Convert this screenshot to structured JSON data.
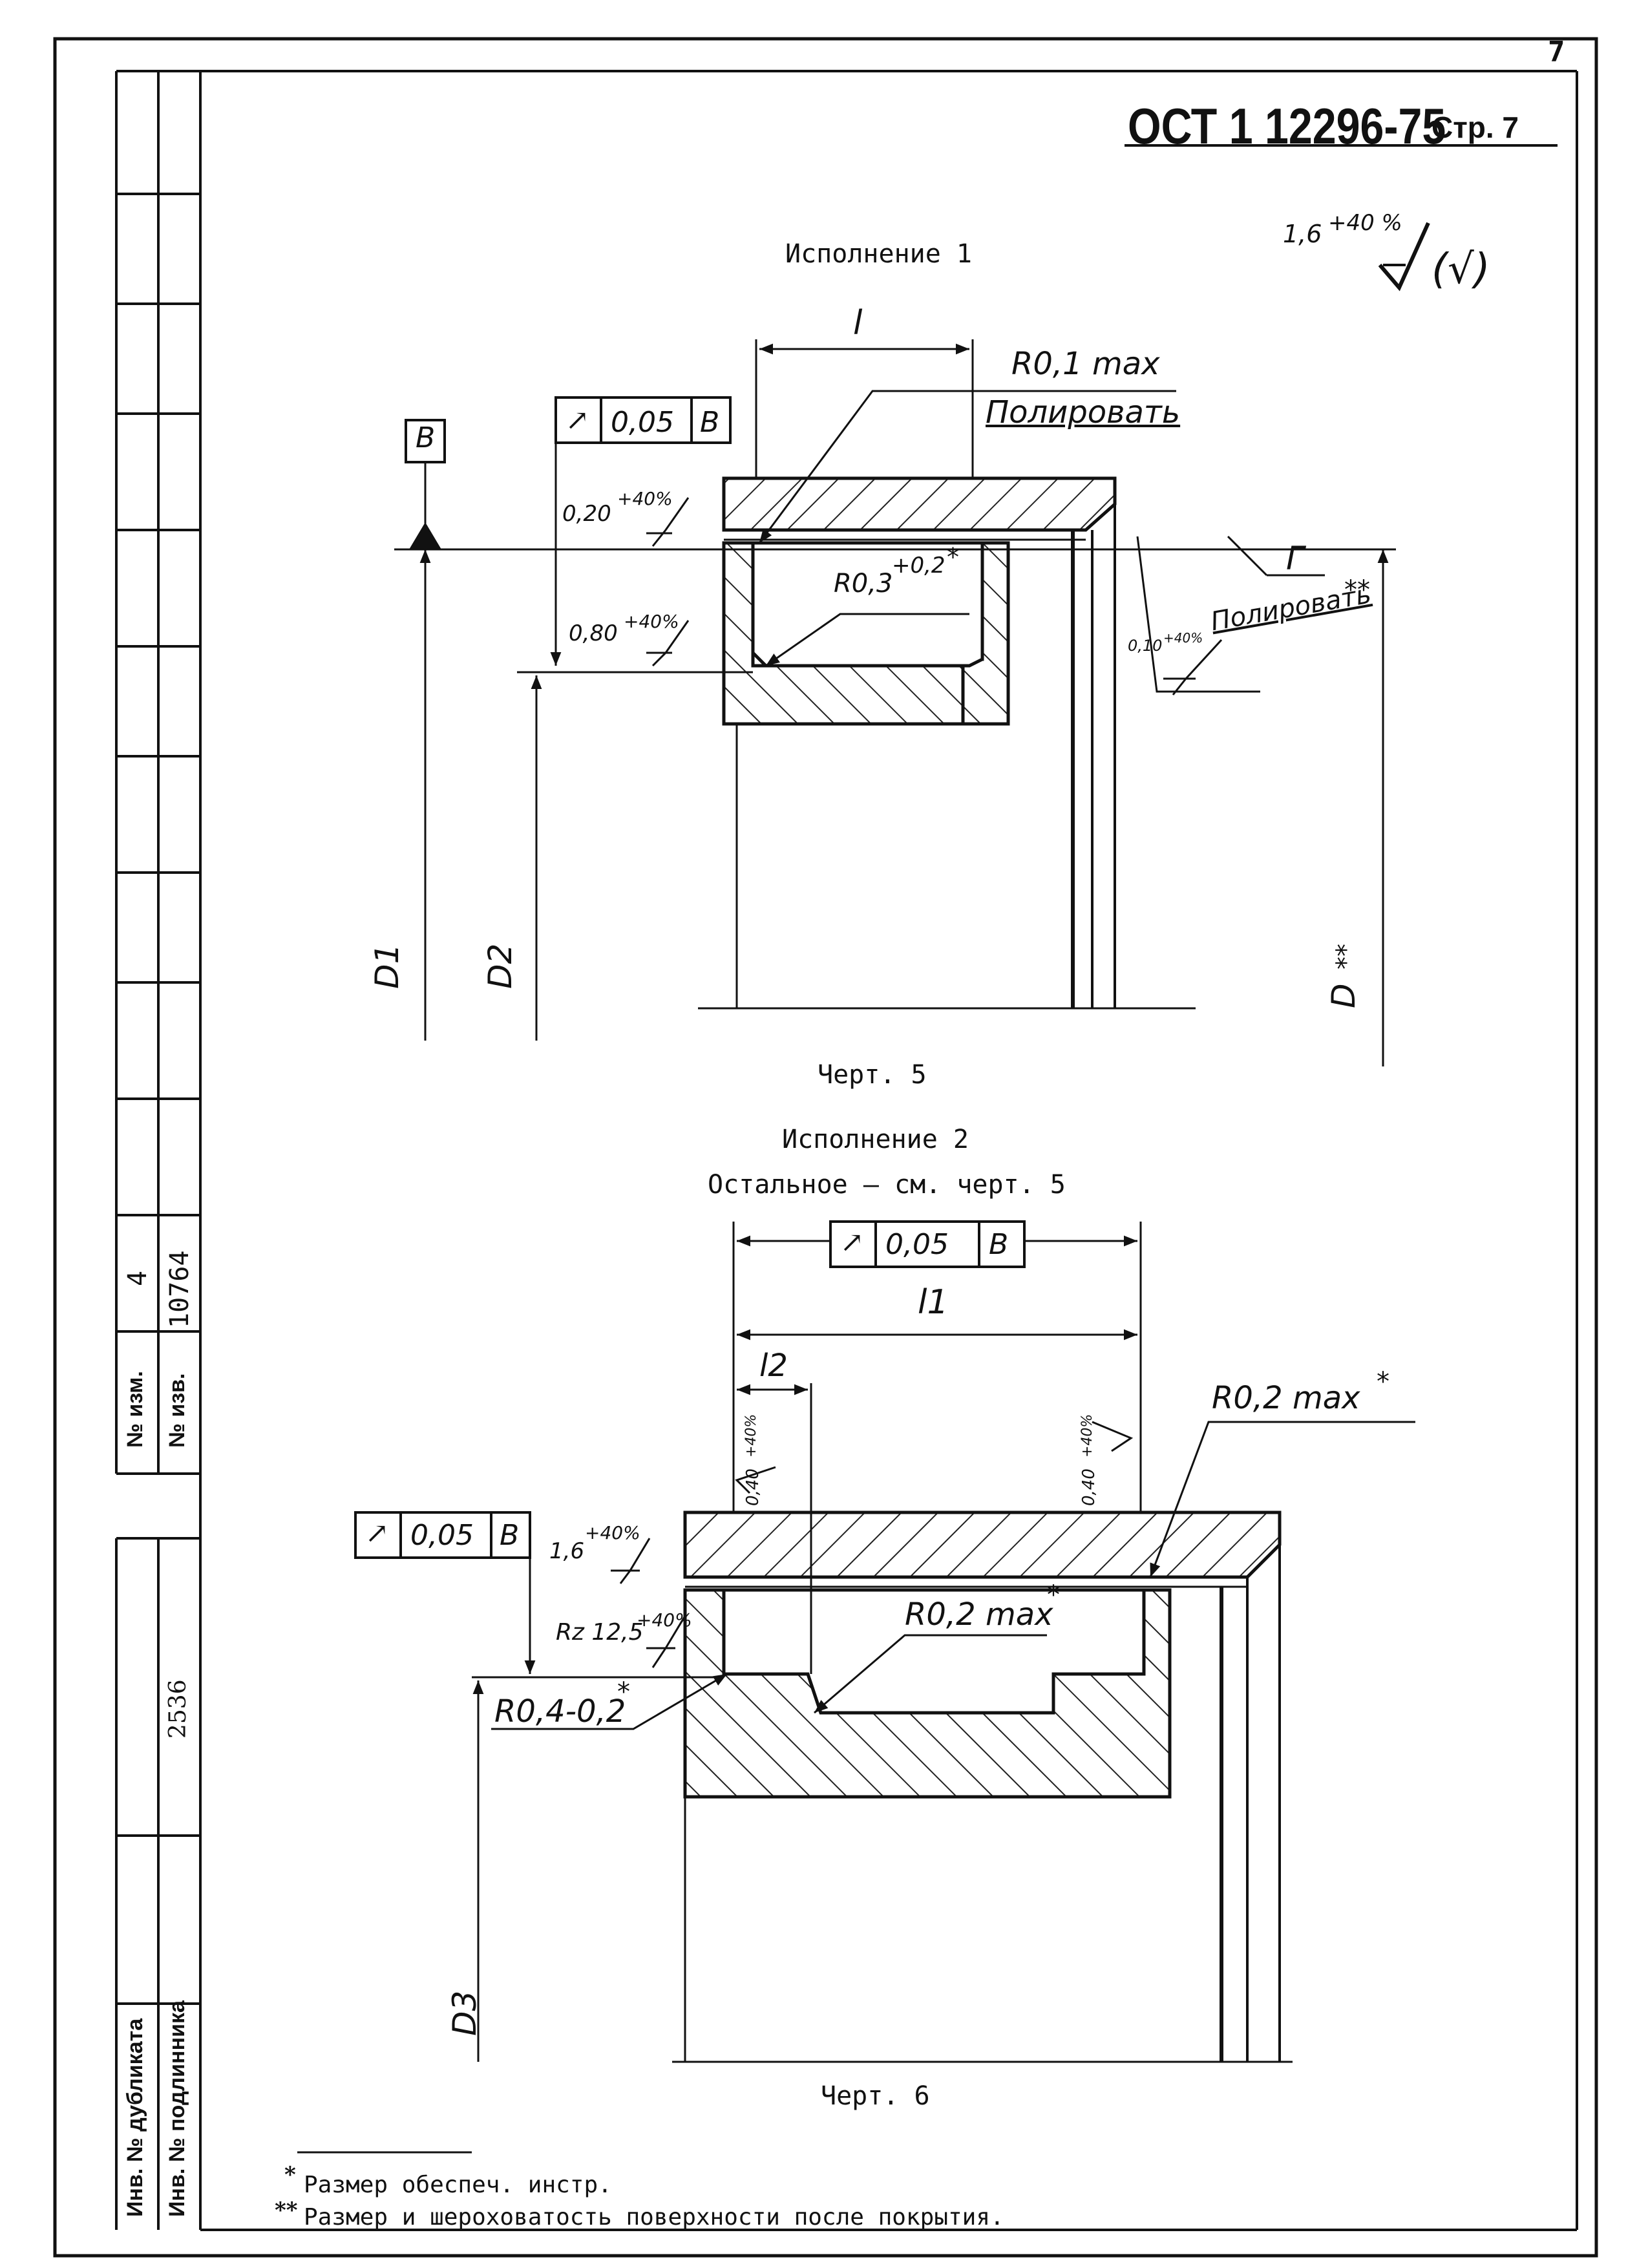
{
  "page_number": "7",
  "header": {
    "standard": "ОСТ 1 12296-75",
    "page_label": "Стр. 7"
  },
  "roughness_general": {
    "value": "1,6",
    "tolerance": "+40 %",
    "bracket": "(√)"
  },
  "drawing5": {
    "title": "Исполнение 1",
    "caption": "Черт. 5",
    "dim_l": "l",
    "radius_note": "R0,1 max",
    "polish_note": "Полировать",
    "polish_note2": "Полировать",
    "polish_note2_mark": "**",
    "radius_note2": "R0,3",
    "radius_note2_tol": "+0,2",
    "radius_note2_mark": "*",
    "datum": "В",
    "tolerance_frame": {
      "symbol": "↗",
      "value": "0,05",
      "datum": "В"
    },
    "rough_top": {
      "value": "0,20",
      "tol": "+40%"
    },
    "rough_bottom": {
      "value": "0,80",
      "tol": "+40%"
    },
    "rough_right": {
      "value": "0,10",
      "tol": "+40%"
    },
    "surface_label": "Г",
    "D1": "D1",
    "D2": "D2",
    "D": "D",
    "D_mark": "**"
  },
  "drawing6": {
    "title": "Исполнение 2",
    "subtitle": "Остальное – см. черт. 5",
    "caption": "Черт. 6",
    "frame_top": {
      "symbol": "↗",
      "value": "0,05",
      "datum": "В"
    },
    "frame_left": {
      "symbol": "↗",
      "value": "0,05",
      "datum": "В"
    },
    "dim_l1": "l1",
    "dim_l2": "l2",
    "rough_left_v": {
      "value": "0,40",
      "tol": "+40%"
    },
    "rough_right_v": {
      "value": "0,40",
      "tol": "+40%"
    },
    "rough_16": {
      "value": "1,6",
      "tol": "+40%"
    },
    "rough_rz": {
      "value": "Rz 12,5",
      "tol": "+40%"
    },
    "radius_right": "R0,2 max",
    "radius_right_mark": "*",
    "radius_mid": "R0,2 max",
    "radius_mid_mark": "*",
    "radius_left": "R0,4-0,2",
    "radius_left_mark": "*",
    "D3": "D3"
  },
  "stamp": {
    "no_izm_label": "№ изм.",
    "no_izm_value": "4",
    "no_izv_label": "№ изв.",
    "no_izv_value": "10764",
    "inv_value": "2536",
    "inv_dup_label": "Инв. № дубликата",
    "inv_orig_label": "Инв. № подлинника"
  },
  "footnotes": [
    {
      "mark": "*",
      "text": "Размер обеспеч. инстр."
    },
    {
      "mark": "**",
      "text": "Размер и шероховатость поверхности после покрытия."
    }
  ]
}
